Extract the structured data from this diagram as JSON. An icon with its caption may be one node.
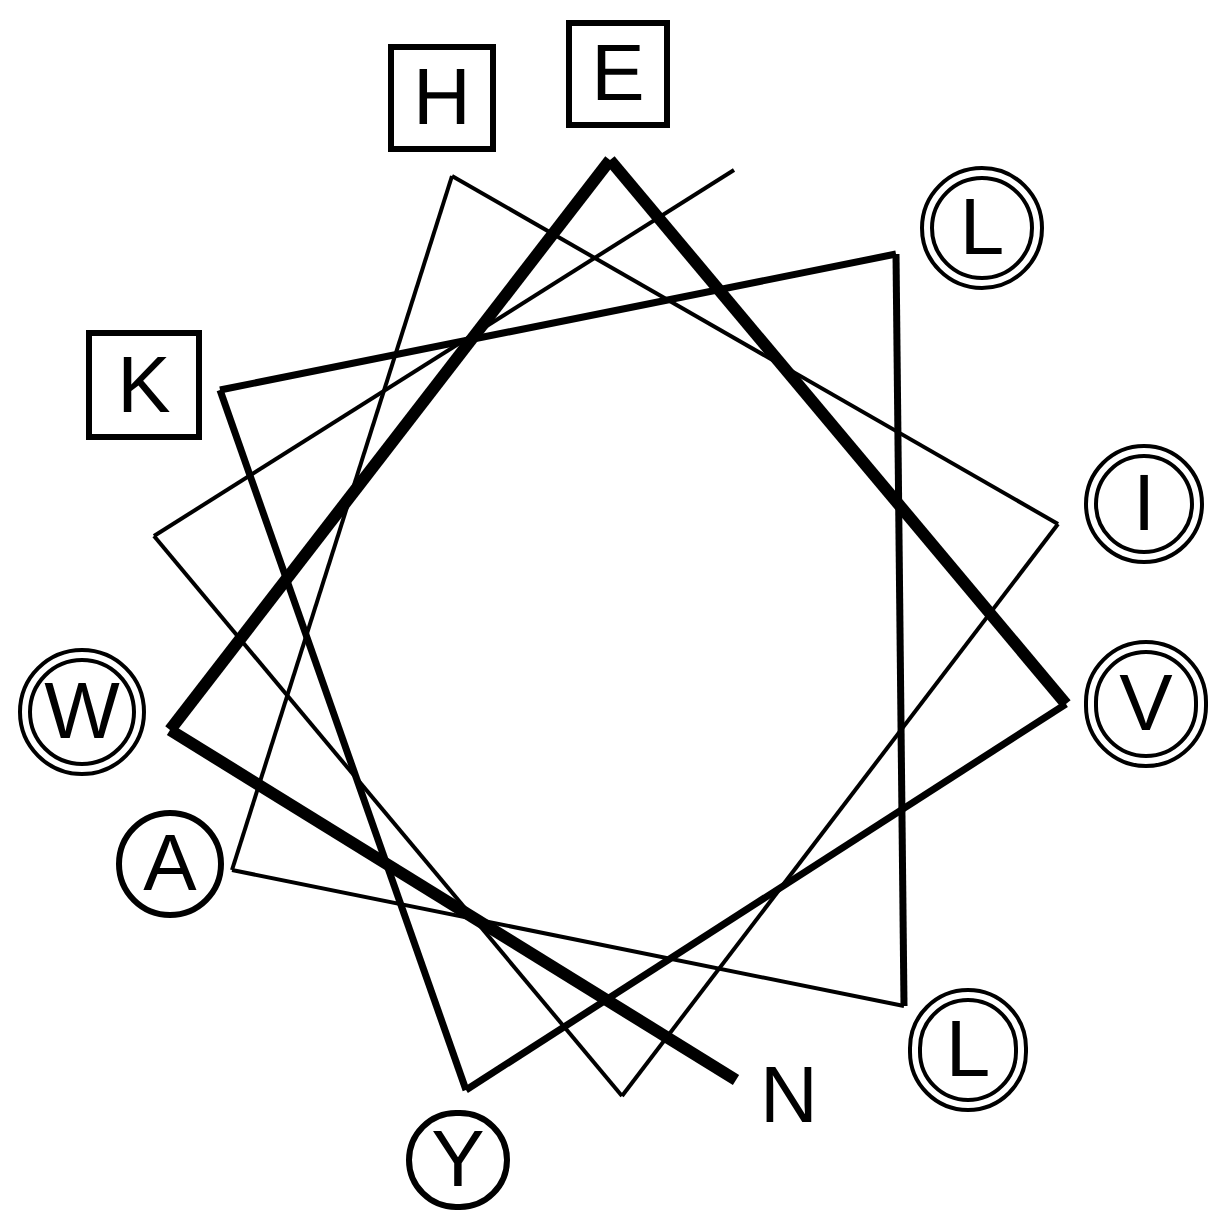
{
  "diagram": {
    "nodes": [
      {
        "text": [
          "H"
        ]
      },
      {
        "text": [
          "E"
        ]
      },
      {
        "text": [
          "L"
        ]
      },
      {
        "text": [
          "K"
        ]
      },
      {
        "text": [
          "I"
        ]
      },
      {
        "text": [
          "W"
        ]
      },
      {
        "text": [
          "V"
        ]
      },
      {
        "text": [
          "A"
        ]
      },
      {
        "text": [
          "L"
        ]
      },
      {
        "text": [
          "Y"
        ]
      }
    ],
    "labels": [
      "N"
    ]
  }
}
